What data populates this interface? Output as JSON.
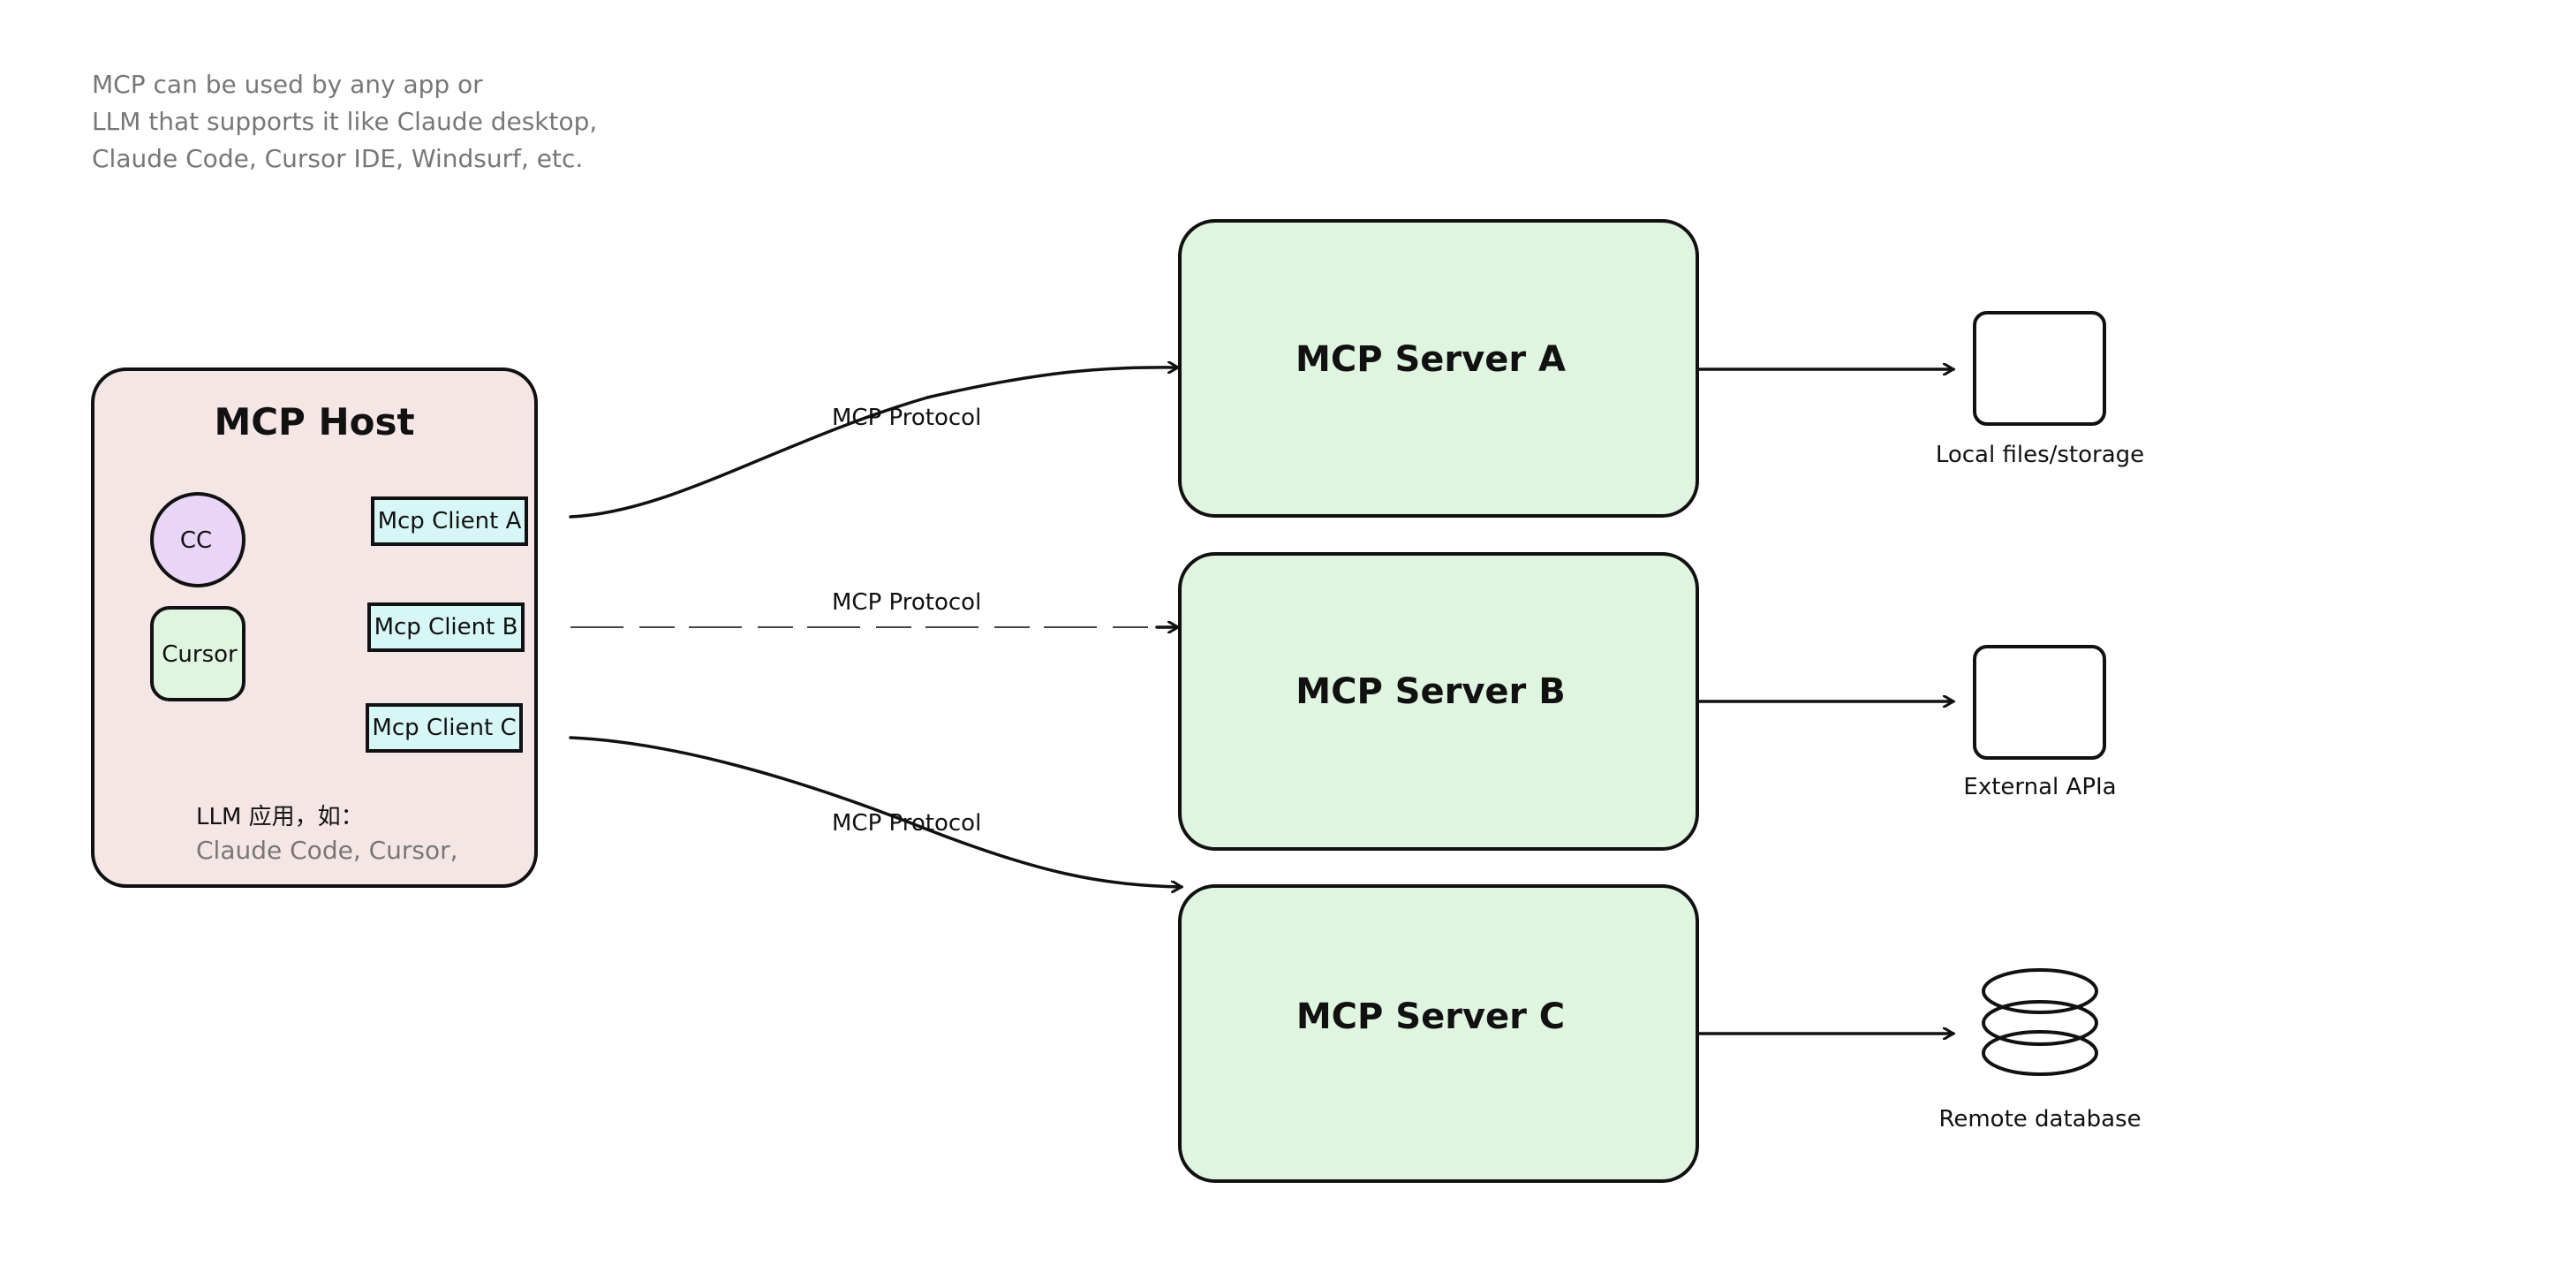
{
  "note": {
    "line1": "MCP can be used by any app or",
    "line2": "LLM that supports it like Claude desktop,",
    "line3": " Claude Code, Cursor IDE, Windsurf, etc."
  },
  "host": {
    "title": "MCP Host",
    "cc_label": "CC",
    "cursor_label": "Cursor",
    "client_a": "Mcp Client A",
    "client_b": "Mcp Client B",
    "client_c": "Mcp Client C",
    "llm_label": "LLM 应用，如：",
    "llm_examples": "Claude Code, Cursor,"
  },
  "protocol": {
    "a": "MCP Protocol",
    "b": "MCP Protocol",
    "c": "MCP Protocol"
  },
  "servers": {
    "a": "MCP Server A",
    "b": "MCP Server B",
    "c": "MCP Server C"
  },
  "resources": {
    "a": "Local files/storage",
    "b": "External APIa",
    "c": "Remote database"
  },
  "colors": {
    "host_fill": "#f5e6e6",
    "server_fill": "#dff5df",
    "client_fill": "#d6f7f5",
    "cc_fill": "#e8d5f7",
    "cursor_fill": "#dff5df"
  }
}
